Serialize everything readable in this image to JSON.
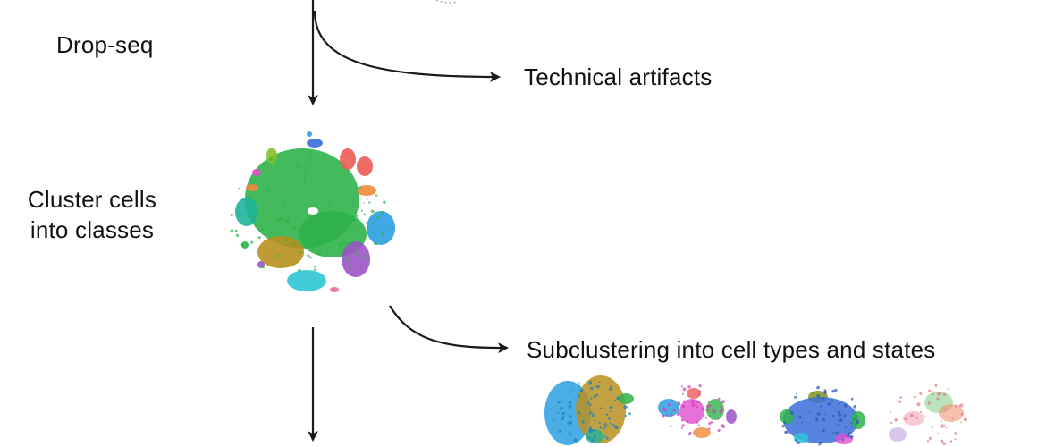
{
  "labels": {
    "drop_seq": "Drop-seq",
    "cluster_line1": "Cluster cells",
    "cluster_line2": "into classes",
    "technical_artifacts": "Technical artifacts",
    "subclustering": "Subclustering into cell types and states"
  },
  "colors": {
    "arrow": "#1a1a1a",
    "green": "#2fb34a",
    "teal": "#1fb39a",
    "olive": "#b8901e",
    "blue": "#2b9fe0",
    "purple": "#9a55c4",
    "red": "#ee5b55",
    "orange": "#f08a3a",
    "magenta": "#e04fd0",
    "lime": "#8bbf2a",
    "cyan": "#2dc7d6",
    "navy": "#3a6fd8",
    "pink": "#f06a8a"
  }
}
